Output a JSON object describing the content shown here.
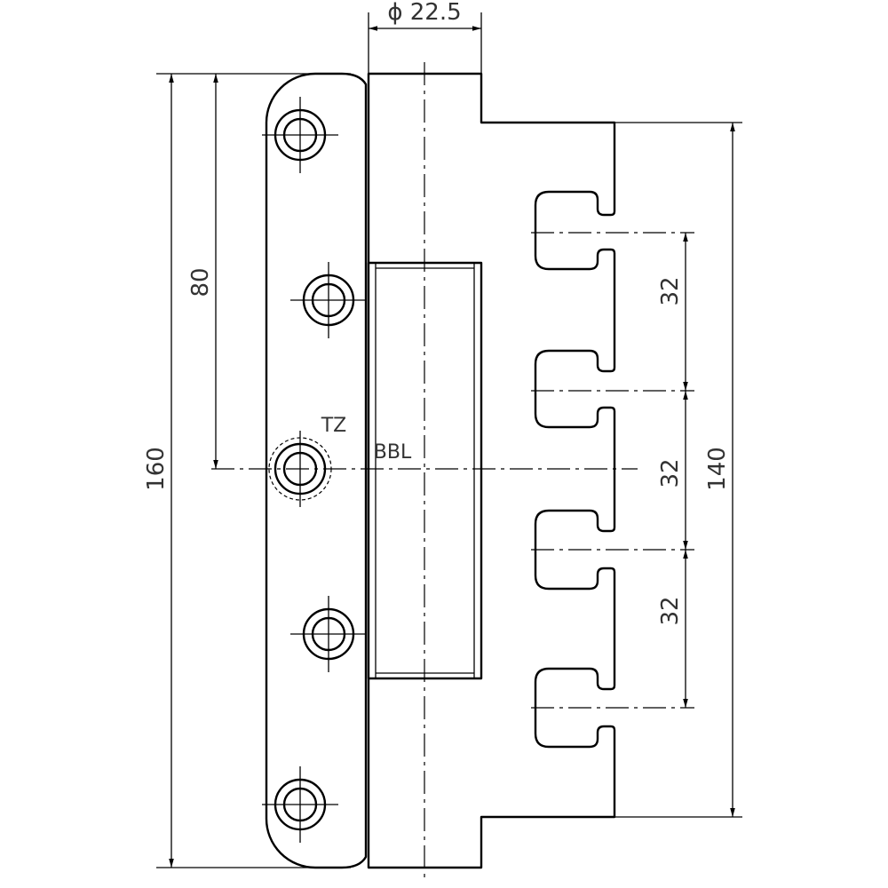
{
  "drawing": {
    "labels": {
      "diameter": "ϕ 22.5",
      "tz": "TZ",
      "bbl": "BBL"
    },
    "dimensions": {
      "overall_height": "160",
      "hole_spacing": "80",
      "frame_height": "140",
      "slot_pitch_1": "32",
      "slot_pitch_2": "32",
      "slot_pitch_3": "32"
    }
  }
}
